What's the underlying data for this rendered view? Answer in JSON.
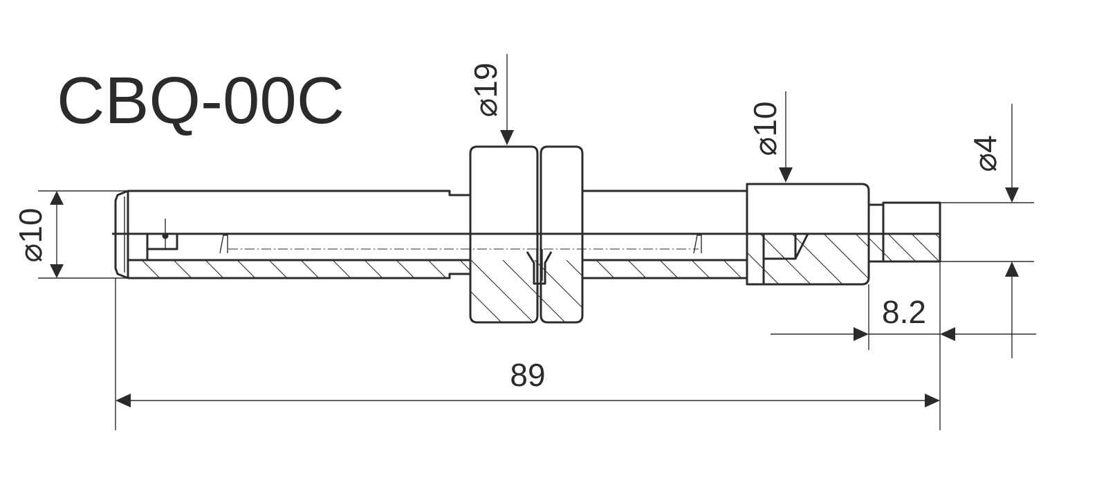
{
  "title": "CBQ-00C",
  "dimensions": {
    "shank_diameter": "⌀10",
    "collar_diameter": "⌀19",
    "body_diameter": "⌀10",
    "tip_diameter": "⌀4",
    "tip_length": "8.2",
    "overall_length": "89"
  },
  "colors": {
    "line": "#2b2b2b",
    "background": "#ffffff"
  }
}
